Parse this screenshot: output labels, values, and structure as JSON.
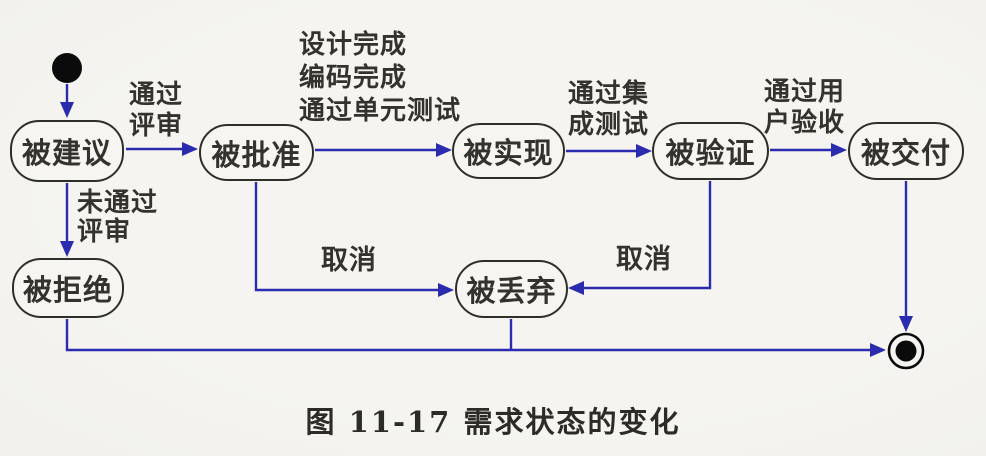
{
  "diagram": {
    "type": "uml-state-diagram",
    "caption": "图 11-17 需求状态的变化",
    "states": {
      "proposed": "被建议",
      "approved": "被批准",
      "implemented": "被实现",
      "verified": "被验证",
      "delivered": "被交付",
      "rejected": "被拒绝",
      "discarded": "被丢弃"
    },
    "transitions": {
      "pass_review": "通过\n评审",
      "dev_complete": "设计完成\n编码完成\n通过单元测试",
      "pass_integration": "通过集\n成测试",
      "pass_acceptance": "通过用\n户验收",
      "fail_review": "未通过\n评审",
      "cancel_left": "取消",
      "cancel_right": "取消"
    },
    "edges": [
      {
        "from": "initial",
        "to": "proposed",
        "label": ""
      },
      {
        "from": "proposed",
        "to": "approved",
        "label": "通过评审"
      },
      {
        "from": "approved",
        "to": "implemented",
        "label": "设计完成 编码完成 通过单元测试"
      },
      {
        "from": "implemented",
        "to": "verified",
        "label": "通过集成测试"
      },
      {
        "from": "verified",
        "to": "delivered",
        "label": "通过用户验收"
      },
      {
        "from": "proposed",
        "to": "rejected",
        "label": "未通过评审"
      },
      {
        "from": "approved",
        "to": "discarded",
        "label": "取消"
      },
      {
        "from": "verified",
        "to": "discarded",
        "label": "取消"
      },
      {
        "from": "delivered",
        "to": "final",
        "label": ""
      },
      {
        "from": "rejected",
        "to": "final",
        "label": ""
      },
      {
        "from": "discarded",
        "to": "final",
        "label": ""
      }
    ],
    "colors": {
      "arrow": "#2b2bb0",
      "state_border": "#2e2e2a",
      "node_fill": "#f6f5f2",
      "text": "#33322e",
      "background": "#f1f0ec",
      "terminal": "#0b0b0b"
    }
  }
}
